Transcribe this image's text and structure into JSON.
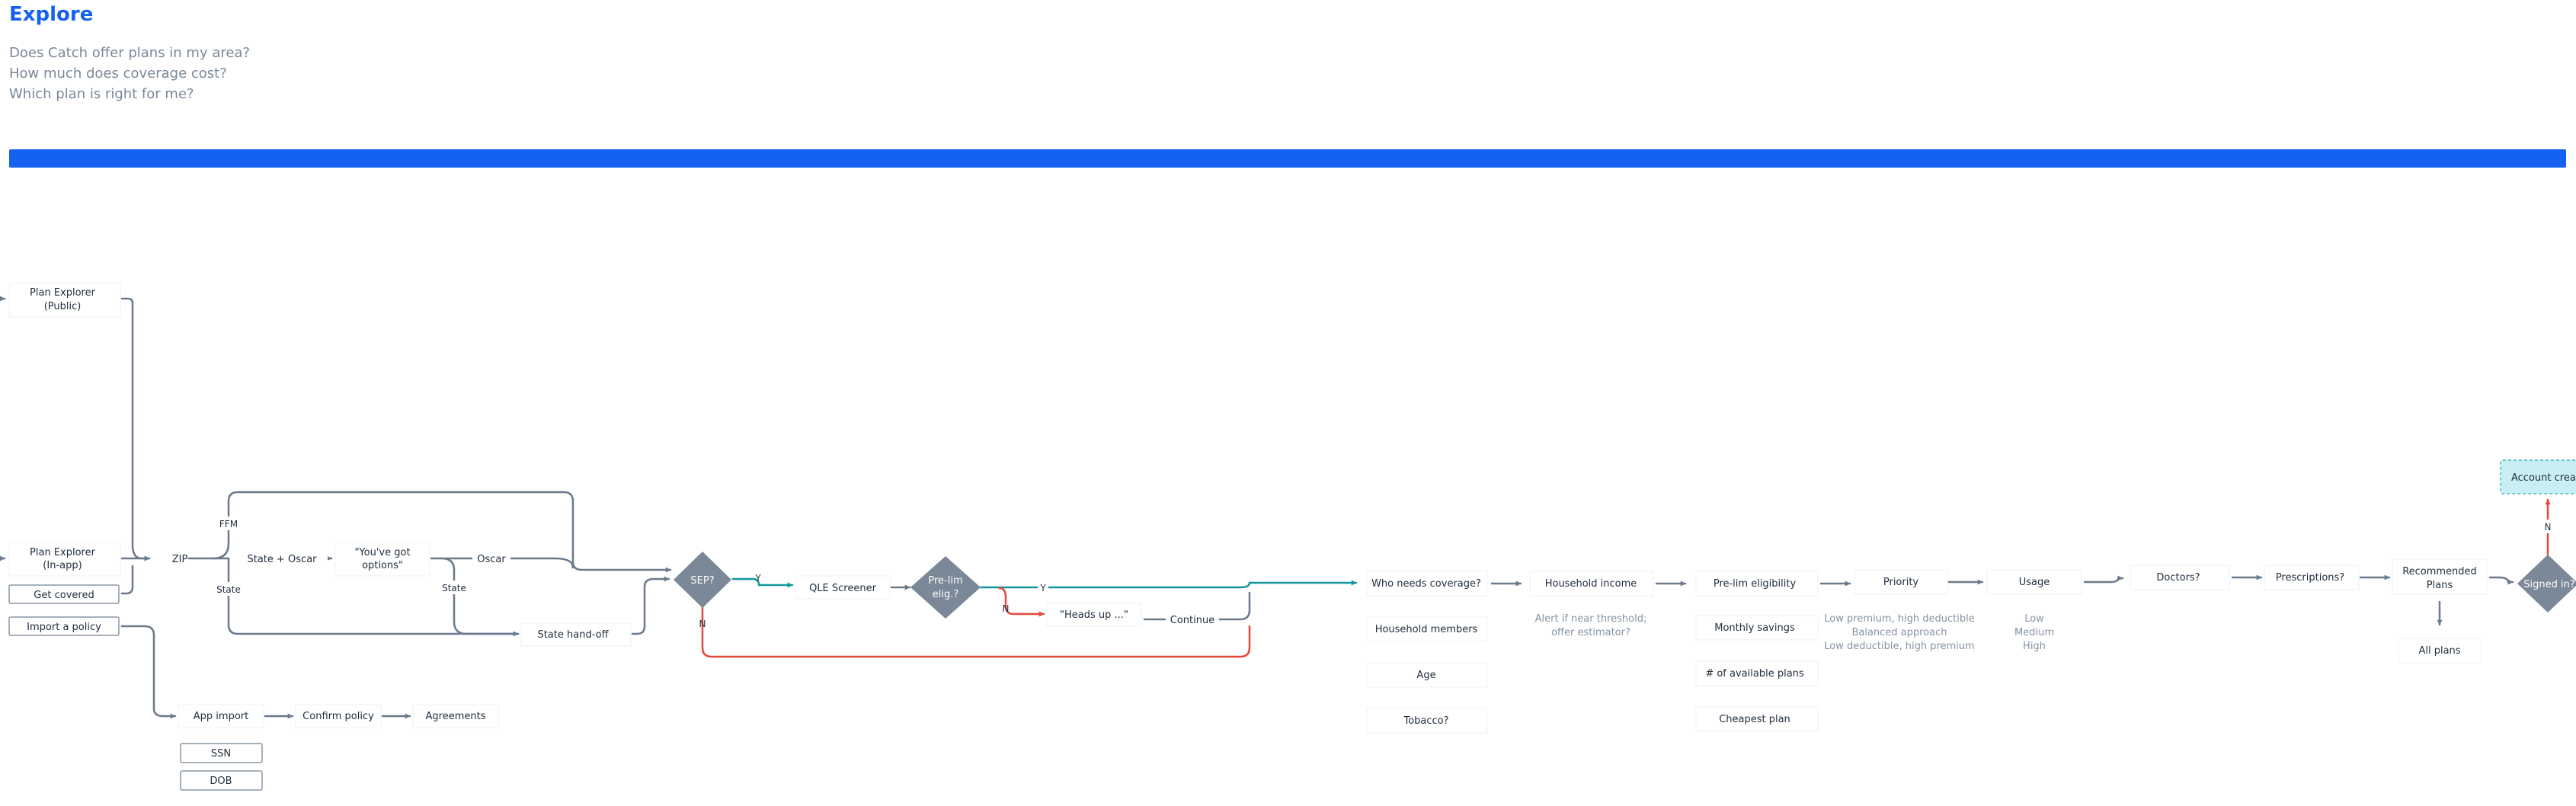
{
  "page": {
    "title": "Explore",
    "questions": [
      "Does Catch offer plans in my area?",
      "How much does coverage cost?",
      "Which plan is right for me?"
    ]
  },
  "colors": {
    "accent": "#1460f0",
    "line": "#6b7a8c",
    "yes": "#14969a",
    "no": "#e4473d",
    "decision": "#7b8897",
    "account": "#c9eef3"
  },
  "nodes": {
    "plan_explorer_public": [
      "Plan Explorer",
      "(Public)"
    ],
    "plan_explorer_inapp": [
      "Plan Explorer",
      "(In-app)"
    ],
    "get_covered": "Get covered",
    "import_policy": "Import a policy",
    "zip": "ZIP",
    "ffm": "FFM",
    "state_oscar": "State + Oscar",
    "state_lbl_1": "State",
    "youve_got_options": [
      "\"You've got",
      "options\""
    ],
    "oscar": "Oscar",
    "state_lbl_2": "State",
    "state_handoff": "State hand-off",
    "sep": "SEP?",
    "qle_screener": "QLE Screener",
    "prelim_elig_decision": [
      "Pre-lim",
      "elig.?"
    ],
    "heads_up": "\"Heads up ...\"",
    "continue": "Continue",
    "yes_1": "Y",
    "yes_2": "Y",
    "no_1": "N",
    "no_2": "N",
    "no_3": "N",
    "app_import": "App import",
    "confirm_policy": "Confirm policy",
    "agreements": "Agreements",
    "ssn": "SSN",
    "dob": "DOB",
    "who_needs_coverage": "Who needs coverage?",
    "household_members": "Household members",
    "age": "Age",
    "tobacco": "Tobacco?",
    "household_income": "Household income",
    "income_alert": [
      "Alert if near threshold;",
      "offer estimator?"
    ],
    "prelim_eligibility": "Pre-lim eligibility",
    "monthly_savings": "Monthly savings",
    "available_plans": "# of available plans",
    "cheapest_plan": "Cheapest plan",
    "priority": "Priority",
    "priority_options": [
      "Low premium, high deductible",
      "Balanced approach",
      "Low deductible, high premium"
    ],
    "usage": "Usage",
    "usage_options": [
      "Low",
      "Medium",
      "High"
    ],
    "doctors": "Doctors?",
    "prescriptions": "Prescriptions?",
    "recommended_plans": [
      "Recommended",
      "Plans"
    ],
    "all_plans": "All plans",
    "signed_in": "Signed in?",
    "account_creation": "Account creati"
  }
}
